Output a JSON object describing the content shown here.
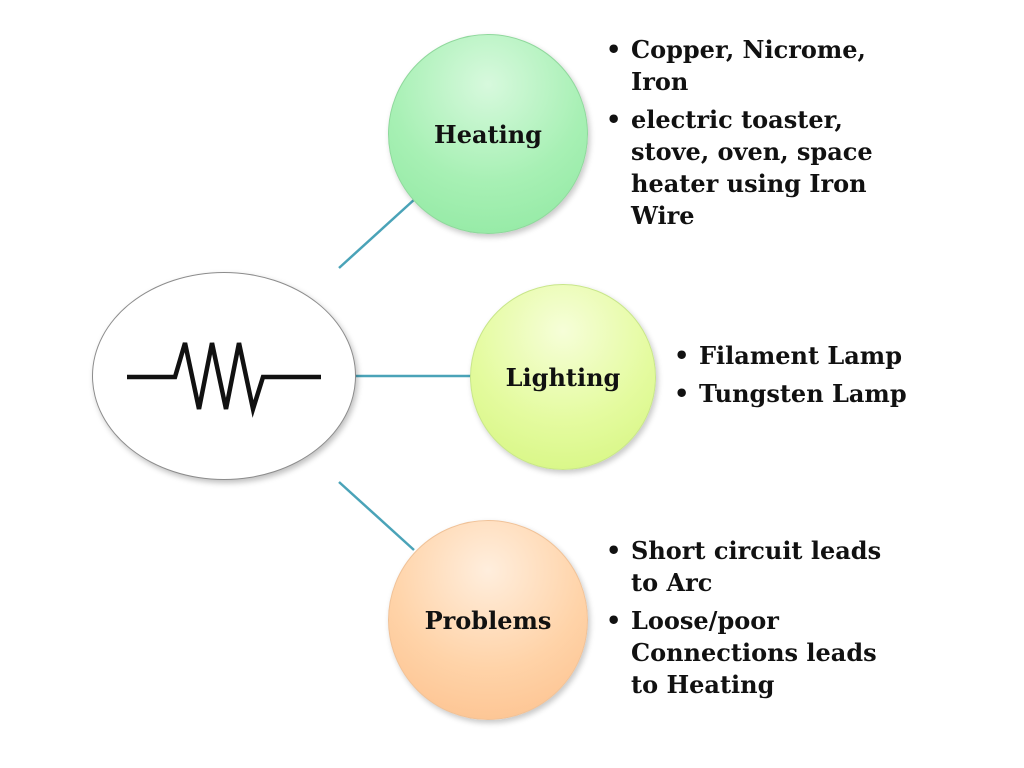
{
  "diagram": {
    "center": {
      "symbol": "resistor-symbol"
    },
    "nodes": [
      {
        "id": "heating",
        "label": "Heating",
        "color": "#a7f0b4",
        "items": [
          "Copper, Nicrome, Iron",
          "electric toaster, stove, oven, space heater using Iron Wire"
        ]
      },
      {
        "id": "lighting",
        "label": "Lighting",
        "color": "#e4fb9f",
        "items": [
          "Filament Lamp",
          "Tungsten Lamp"
        ]
      },
      {
        "id": "problems",
        "label": "Problems",
        "color": "#ffd3a8",
        "items": [
          "Short circuit leads to Arc",
          "Loose/poor Connections leads to Heating"
        ]
      }
    ],
    "connector_color": "#4aa3b8"
  }
}
